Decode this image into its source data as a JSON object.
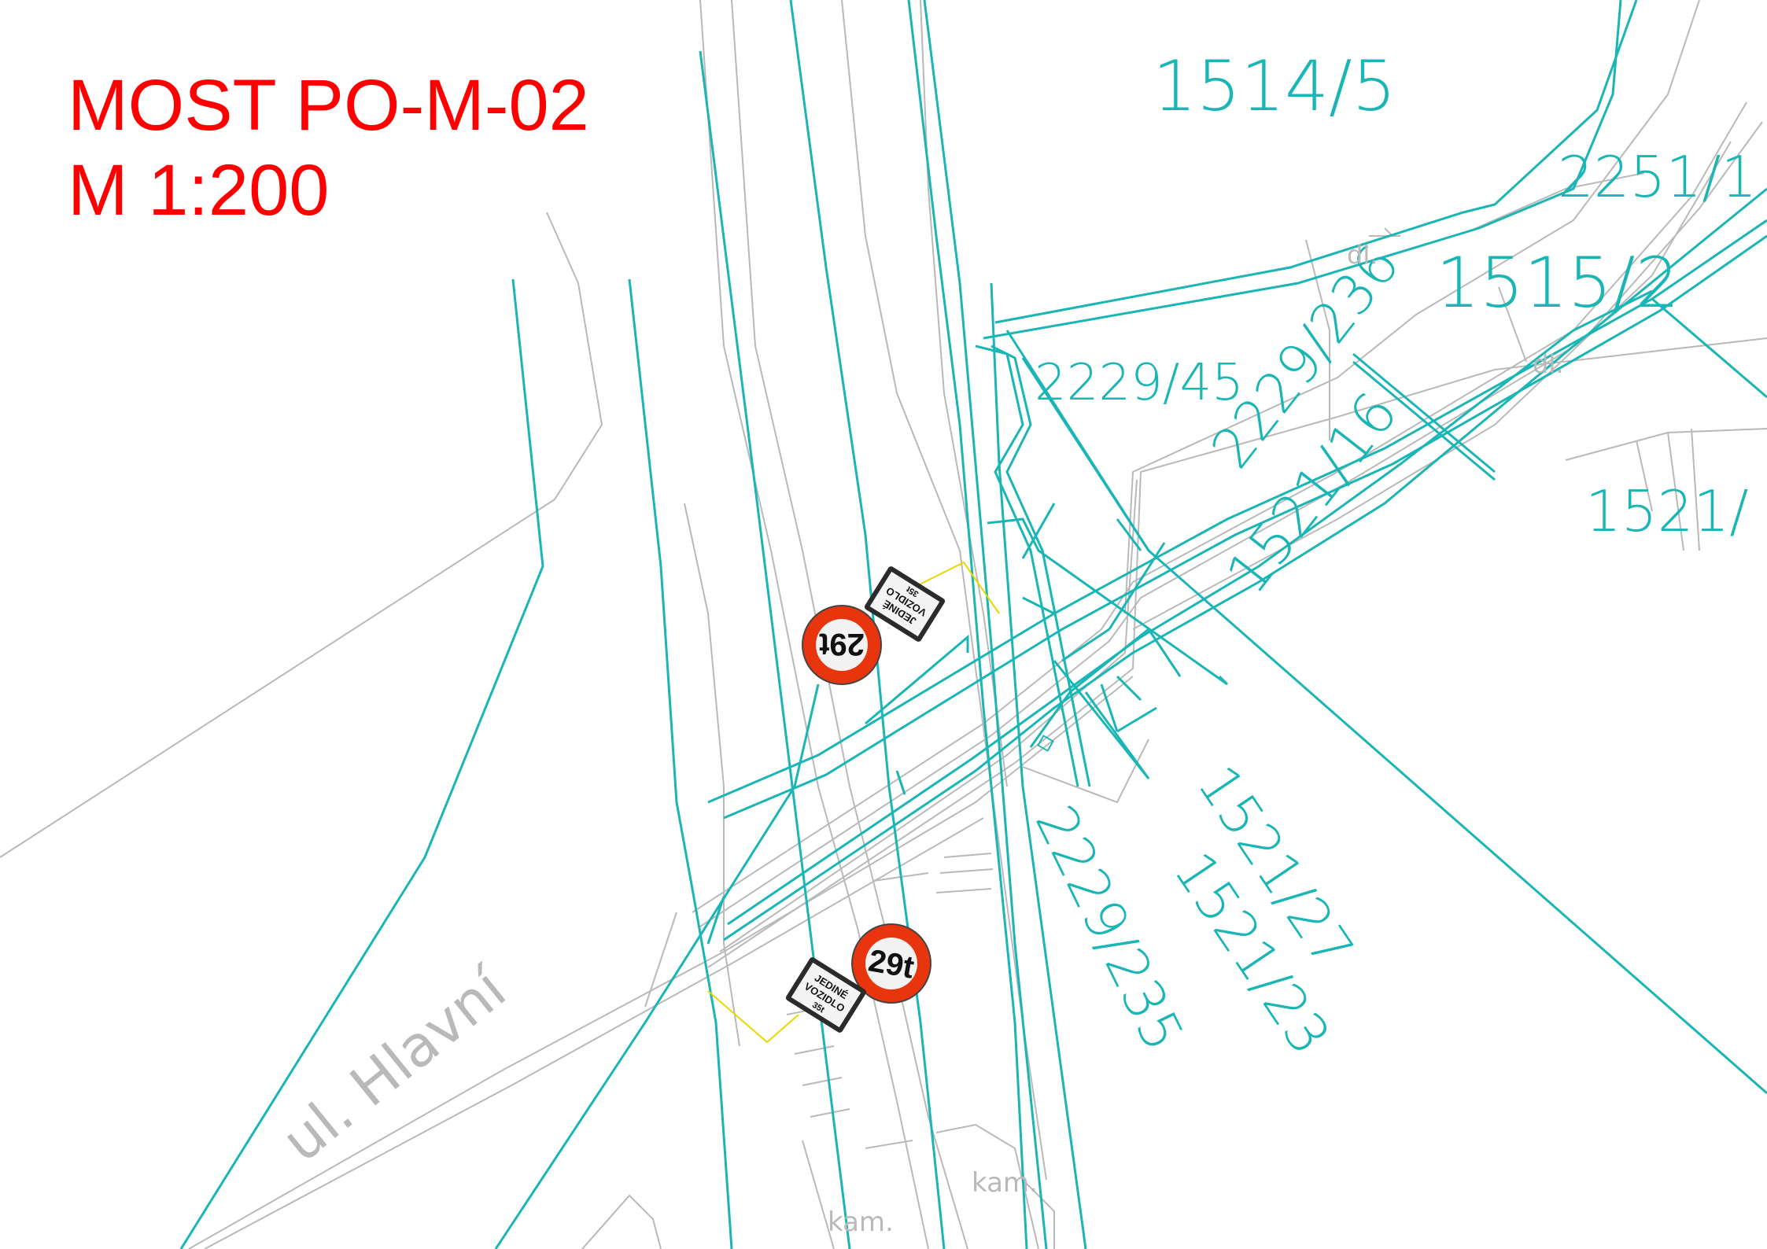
{
  "title": {
    "line1": "MOST PO-M-02",
    "line2": "M 1:200"
  },
  "parcels": [
    {
      "id": "p1",
      "label": "1514/5"
    },
    {
      "id": "p2",
      "label": "2251/1"
    },
    {
      "id": "p3",
      "label": "1515/2"
    },
    {
      "id": "p4",
      "label": "2229/236"
    },
    {
      "id": "p5",
      "label": "2229/45"
    },
    {
      "id": "p6",
      "label": "1521/16"
    },
    {
      "id": "p7",
      "label": "1521/"
    },
    {
      "id": "p8",
      "label": "1521/27"
    },
    {
      "id": "p9",
      "label": "1521/23"
    },
    {
      "id": "p10",
      "label": "2229/235"
    }
  ],
  "map_labels": {
    "street": "ul. Hlavní",
    "dl1": "dl.",
    "dl2": "dl.",
    "kam1": "kam.",
    "kam2": "kam."
  },
  "signs": {
    "weight_limit": "29t",
    "supp_line1": "JEDINÉ",
    "supp_line2": "VOZIDLO",
    "supp_line3": "35t"
  },
  "colors": {
    "title": "#ff0000",
    "parcel": "#1ab5b5",
    "road": "#b9b9b9",
    "marker": "#e8d800",
    "sign_ring": "#e8350e"
  }
}
